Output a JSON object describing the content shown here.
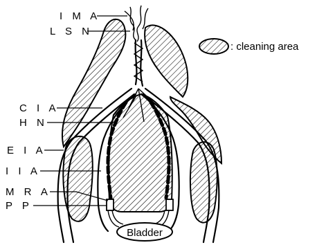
{
  "labels": {
    "ima": "I M A",
    "lsn": "L S N",
    "cia": "C I A",
    "hn": "H N",
    "eia": "E I A",
    "iia": "I I A",
    "mra": "M R A",
    "pp": "P P"
  },
  "legend": {
    "text": ": cleaning  area"
  },
  "bladder_label": "Bladder"
}
